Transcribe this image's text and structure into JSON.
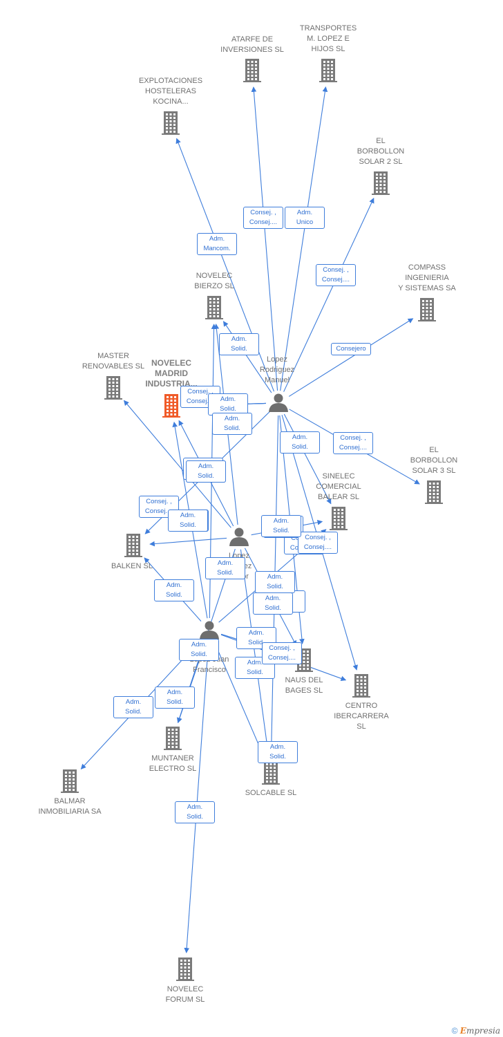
{
  "colors": {
    "edge": "#3e7ddb",
    "building": "#7a7a7a",
    "highlight": "#f05a28",
    "person": "#6e6e6e"
  },
  "nodes": [
    {
      "id": "atarfe",
      "label": "ATARFE DE\nINVERSIONES SL",
      "kind": "company"
    },
    {
      "id": "transportes",
      "label": "TRANSPORTES\nM.  LOPEZ E\nHIJOS SL",
      "kind": "company"
    },
    {
      "id": "explotaciones",
      "label": "EXPLOTACIONES\nHOSTELERAS\nKOCINA...",
      "kind": "company"
    },
    {
      "id": "borbollon2",
      "label": "EL\nBORBOLLON\nSOLAR 2 SL",
      "kind": "company"
    },
    {
      "id": "compass",
      "label": "COMPASS\nINGENIERIA\nY SISTEMAS SA",
      "kind": "company"
    },
    {
      "id": "bierzo",
      "label": "NOVELEC\nBIERZO  SL",
      "kind": "company"
    },
    {
      "id": "master",
      "label": "MASTER\nRENOVABLES SL",
      "kind": "company"
    },
    {
      "id": "madrid",
      "label": "NOVELEC\nMADRID\nINDUSTRIA...",
      "kind": "highlight"
    },
    {
      "id": "manuel",
      "label": "Lopez\nRodriguez\nManuel",
      "kind": "person"
    },
    {
      "id": "borbollon3",
      "label": "EL\nBORBOLLON\nSOLAR 3 SL",
      "kind": "company"
    },
    {
      "id": "sinelec",
      "label": "SINELEC\nCOMERCIAL\nBALEAR  SL",
      "kind": "company"
    },
    {
      "id": "balken",
      "label": "BALKEN SL",
      "kind": "company"
    },
    {
      "id": "victor",
      "label": "Lopez\nAlvarez\nVictor",
      "kind": "person"
    },
    {
      "id": "juan",
      "label": "Moya\nLopez Juan\nFrancisco",
      "kind": "person"
    },
    {
      "id": "naus",
      "label": "NAUS DEL\nBAGES SL",
      "kind": "company"
    },
    {
      "id": "centro",
      "label": "CENTRO\nIBERCARRERA\nSL",
      "kind": "company"
    },
    {
      "id": "muntaner",
      "label": "MUNTANER\nELECTRO SL",
      "kind": "company"
    },
    {
      "id": "solcable",
      "label": "SOLCABLE SL",
      "kind": "company"
    },
    {
      "id": "balmar",
      "label": "BALMAR\nINMOBILIARIA SA",
      "kind": "company"
    },
    {
      "id": "forum",
      "label": "NOVELEC\nFORUM  SL",
      "kind": "company"
    }
  ],
  "edges": [
    {
      "from": "manuel",
      "to": "atarfe",
      "label": "Consej. ,\nConsej...."
    },
    {
      "from": "manuel",
      "to": "transportes",
      "label": "Adm.\nUnico"
    },
    {
      "from": "manuel",
      "to": "explotaciones",
      "label": "Adm.\nMancom."
    },
    {
      "from": "manuel",
      "to": "borbollon2",
      "label": "Consej. ,\nConsej...."
    },
    {
      "from": "manuel",
      "to": "compass",
      "label": "Consejero"
    },
    {
      "from": "manuel",
      "to": "bierzo",
      "label": "Adm.\nSolid."
    },
    {
      "from": "manuel",
      "to": "madrid",
      "label": "Consej. ,\nConsej...."
    },
    {
      "from": "manuel",
      "to": "madrid",
      "label": "Adm.\nSolid."
    },
    {
      "from": "manuel",
      "to": "madrid",
      "label": "Adm.\nSolid."
    },
    {
      "from": "manuel",
      "to": "borbollon3",
      "label": "Consej. ,\nConsej...."
    },
    {
      "from": "manuel",
      "to": "sinelec",
      "label": "Adm.\nSolid."
    },
    {
      "from": "manuel",
      "to": "balken",
      "label": "Adm.\nSolid."
    },
    {
      "from": "manuel",
      "to": "naus",
      "label": "Adm.\nSolid."
    },
    {
      "from": "manuel",
      "to": "centro",
      "label": "Consej. ,\nConsej...."
    },
    {
      "from": "manuel",
      "to": "solcable",
      "label": "Adm.\nSolid."
    },
    {
      "from": "victor",
      "to": "bierzo",
      "label": "Adm.\nSolid."
    },
    {
      "from": "victor",
      "to": "master",
      "label": "Consej. ,\nConsej...."
    },
    {
      "from": "victor",
      "to": "balken",
      "label": "Adm.\nSolid."
    },
    {
      "from": "victor",
      "to": "sinelec",
      "label": "Adm.\nSolid."
    },
    {
      "from": "victor",
      "to": "naus",
      "label": "Adm.\nSolid."
    },
    {
      "from": "victor",
      "to": "solcable",
      "label": "Adm.\nSolid."
    },
    {
      "from": "victor",
      "to": "muntaner",
      "label": "Adm.\nSolid."
    },
    {
      "from": "victor",
      "to": "madrid",
      "label": "Adm.\nSolid."
    },
    {
      "from": "juan",
      "to": "bierzo",
      "label": "Adm.\nSolid."
    },
    {
      "from": "juan",
      "to": "balken",
      "label": "Adm.\nSolid."
    },
    {
      "from": "juan",
      "to": "madrid",
      "label": "Adm.\nSolid."
    },
    {
      "from": "juan",
      "to": "naus",
      "label": "Adm.\nSolid."
    },
    {
      "from": "juan",
      "to": "centro",
      "label": "Consej. ,\nConsej...."
    },
    {
      "from": "juan",
      "to": "solcable",
      "label": "Adm.\nSolid."
    },
    {
      "from": "juan",
      "to": "muntaner",
      "label": "Adm.\nSolid."
    },
    {
      "from": "juan",
      "to": "balmar",
      "label": "Adm.\nSolid."
    },
    {
      "from": "juan",
      "to": "forum",
      "label": "Adm.\nSolid."
    },
    {
      "from": "juan",
      "to": "sinelec",
      "label": "Adm.\nSolid."
    },
    {
      "from": "juan",
      "to": "naus",
      "label": "Consej. ,\nConsej...."
    }
  ],
  "footer": {
    "copyright": "©",
    "brand_e": "E",
    "brand_rest": "mpresia"
  }
}
